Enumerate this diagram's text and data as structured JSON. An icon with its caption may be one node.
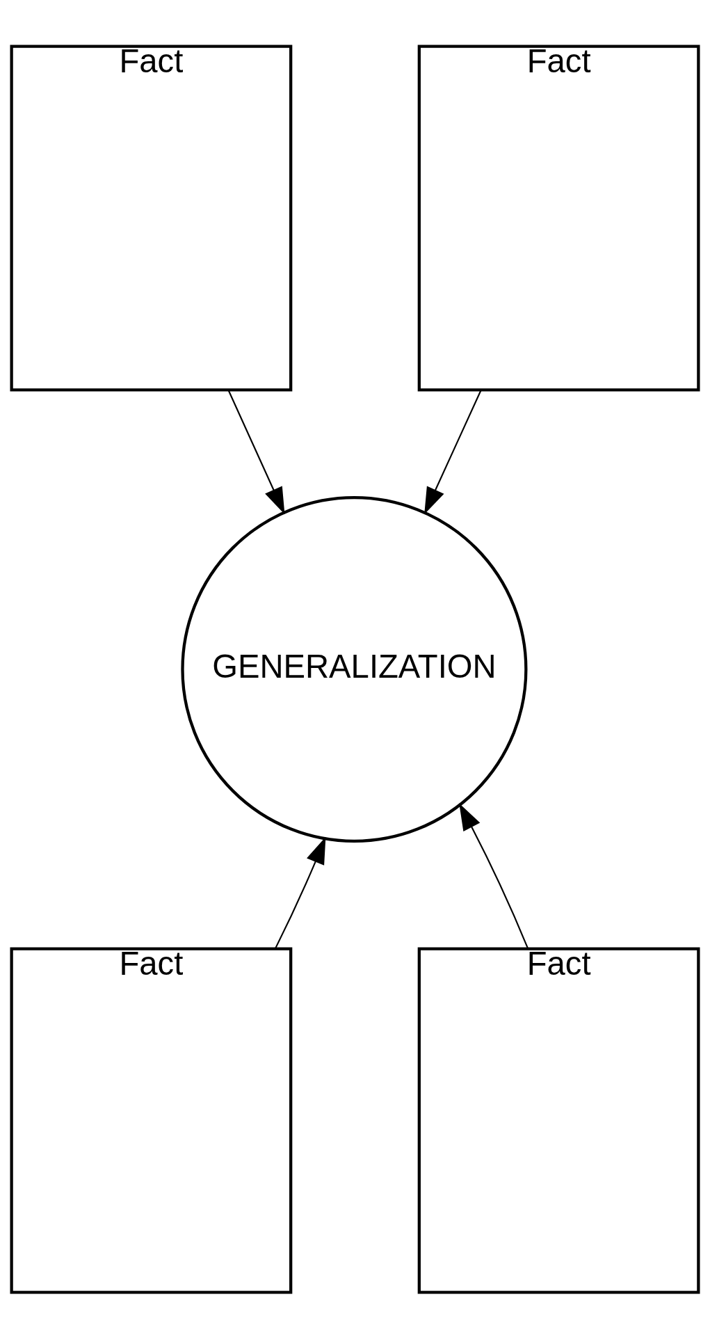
{
  "diagram": {
    "nodes": [
      {
        "text": [
          "Fact"
        ]
      },
      {
        "text": [
          "Fact"
        ]
      },
      {
        "text": [
          "GENERALIZATION"
        ]
      },
      {
        "text": [
          "Fact"
        ]
      },
      {
        "text": [
          "Fact"
        ]
      }
    ],
    "edges": [
      {
        "from": 0,
        "to": 2,
        "arrow": "to"
      },
      {
        "from": 1,
        "to": 2,
        "arrow": "to"
      },
      {
        "from": 3,
        "to": 2,
        "arrow": "to"
      },
      {
        "from": 4,
        "to": 2,
        "arrow": "to"
      }
    ]
  }
}
